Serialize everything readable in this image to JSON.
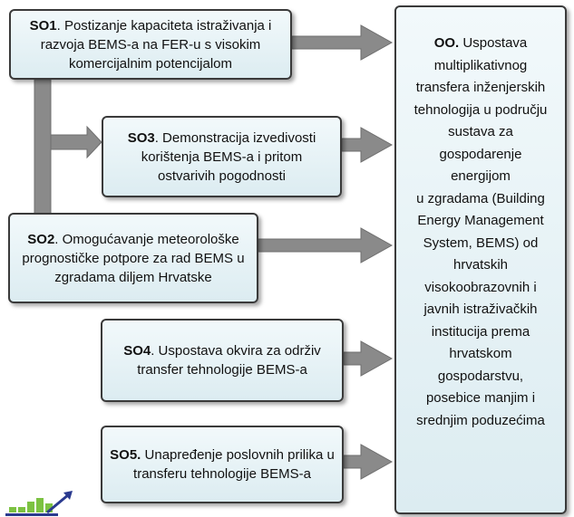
{
  "boxes": {
    "so1": {
      "code": "SO1",
      "text": ". Postizanje kapaciteta istraživanja i razvoja BEMS-a na FER-u s visokim komercijalnim  potencijalom"
    },
    "so3": {
      "code": "SO3",
      "text": ". Demonstracija izvedivosti korištenja BEMS-a i pritom ostvarivih pogodnosti"
    },
    "so2": {
      "code": "SO2",
      "text": ". Omogućavanje meteorološke prognostičke potpore za rad BEMS u zgradama diljem Hrvatske"
    },
    "so4": {
      "code": "SO4",
      "text": ". Uspostava okvira za održiv transfer tehnologije BEMS-a"
    },
    "so5": {
      "code": "SO5.",
      "text": " Unapređenje poslovnih prilika u transferu tehnologije BEMS-a"
    }
  },
  "oo": {
    "code": "OO.",
    "lines": [
      " Uspostava",
      "multiplikativnog",
      "transfera inženjerskih",
      "tehnologija u području",
      "sustava za",
      "gospodarenje",
      "energijom",
      "u zgradama (Building",
      "Energy Management",
      "System, BEMS) od",
      "hrvatskih",
      "visokoobrazovnih i",
      "javnih istraživačkih",
      "institucija prema",
      "hrvatskom",
      "gospodarstvu,",
      "posebice manjim i",
      "srednjim poduzećima"
    ]
  },
  "colors": {
    "box_fill_top": "#f2f9fb",
    "box_fill_bottom": "#dcecf1",
    "arrow_fill": "#888888",
    "logo_green": "#7cc242",
    "logo_blue": "#2a3a8f"
  }
}
